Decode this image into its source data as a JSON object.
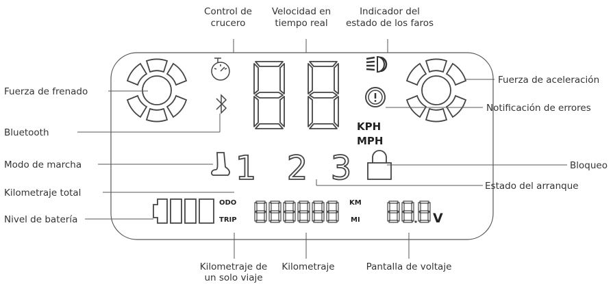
{
  "labels": {
    "control_crucero_1": "Control de",
    "control_crucero_2": "crucero",
    "velocidad_1": "Velocidad en",
    "velocidad_2": "tiempo real",
    "faros_1": "Indicador del",
    "faros_2": "estado de los faros",
    "fuerza_frenado": "Fuerza de frenado",
    "fuerza_aceleracion": "Fuerza de aceleración",
    "bluetooth": "Bluetooth",
    "notificacion_errores": "Notificación de errores",
    "modo_marcha": "Modo de marcha",
    "bloqueo": "Bloqueo",
    "kilometraje_total": "Kilometraje total",
    "estado_arranque": "Estado del arranque",
    "nivel_bateria": "Nivel de batería",
    "kilometraje_viaje_1": "Kilometraje de",
    "kilometraje_viaje_2": "un solo viaje",
    "kilometraje": "Kilometraje",
    "pantalla_voltaje": "Pantalla de voltaje"
  },
  "display": {
    "kph": "KPH",
    "mph": "MPH",
    "gear_1": "1",
    "gear_2": "2",
    "gear_3": "3",
    "odo": "ODO",
    "trip": "TRIP",
    "km": "KM",
    "mi": "MI",
    "volt": "V"
  }
}
